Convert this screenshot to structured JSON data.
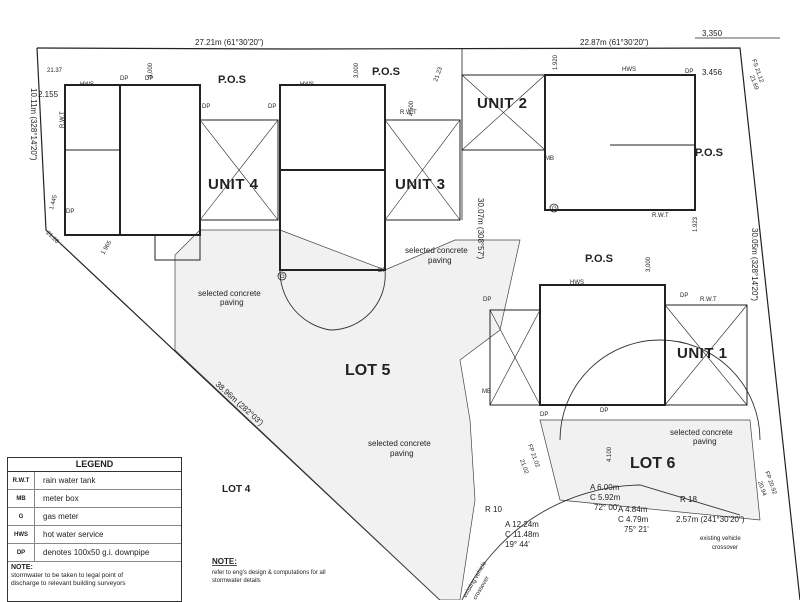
{
  "site": {
    "boundary_top_left": "27.21m (61°30'20\")",
    "boundary_top_right": "22.87m (61°30'20\")",
    "boundary_left": "10.11m (328°14'20\")",
    "boundary_right": "30.05m (328°14'20\")",
    "boundary_diagonal": "38.96m (282°03')",
    "boundary_mid": "30.07m (308°57')",
    "boundary_bottom": "2.57m (241°30'20\")",
    "dim_3350": "3,350",
    "dim_3456": "3.456",
    "dim_2155": "2.155",
    "dim_3000a": "3,000",
    "dim_3000b": "3,000",
    "dim_3000c": "3,000",
    "dim_4500": "4,500",
    "dim_1920": "1.920",
    "dim_1923": "1.923",
    "dim_1965": "1.965",
    "dim_1445": "1.445",
    "dim_4100": "4.100",
    "ps_2137": "21.37",
    "ps_2123": "21.23",
    "ps_2112": "FS 21.12",
    "ps_2169": "21.69",
    "ps_2128": "21.28",
    "fp_2102": "FP 21.02",
    "fp_2102b": "21.02",
    "fp_2092": "FP 20.92",
    "fp_2094": "20.94"
  },
  "units": {
    "unit1": "UNIT 1",
    "unit2": "UNIT 2",
    "unit3": "UNIT 3",
    "unit4": "UNIT 4"
  },
  "lots": {
    "lot4": "LOT 4",
    "lot5": "LOT 5",
    "lot6": "LOT 6"
  },
  "pos": {
    "p1": "P.O.S",
    "p2": "P.O.S",
    "p3": "P.O.S",
    "p4": "P.O.S"
  },
  "paving": {
    "line1": "selected concrete",
    "line2": "paving"
  },
  "services": {
    "hws": "HWS",
    "rwt": "R.W.T",
    "dp": "DP",
    "mb": "MB",
    "g": "G"
  },
  "arcs": {
    "r10": "R 10",
    "r18": "R 18",
    "a1_a": "A 12.24m",
    "a1_c": "C 11.48m",
    "a1_ang": "19° 44'",
    "a2_a": "A 6.00m",
    "a2_c": "C 5.92m",
    "a2_ang": "72° 00'",
    "a3_a": "A 4.84m",
    "a3_c": "C 4.79m",
    "a3_ang": "75° 21'"
  },
  "crossover": {
    "existing_right_1": "existing vehicle",
    "existing_right_2": "crossover",
    "existing_left_1": "existing vehicle",
    "existing_left_2": "crossover"
  },
  "note": {
    "heading": "NOTE:",
    "line1": "refer to eng's design & computations for all",
    "line2": "stormwater details"
  },
  "legend": {
    "title": "LEGEND",
    "items": [
      {
        "sym": "R.W.T",
        "desc": "rain water tank"
      },
      {
        "sym": "MB",
        "desc": "meter box"
      },
      {
        "sym": "G",
        "desc": "gas meter"
      },
      {
        "sym": "HWS",
        "desc": "hot water service"
      },
      {
        "sym": "DP",
        "desc": "denotes 100x50 g.i. downpipe"
      }
    ],
    "note_head": "NOTE:",
    "note_1": "stormwater to be taken to legal point of",
    "note_2": "discharge to relevant building surveyors"
  }
}
